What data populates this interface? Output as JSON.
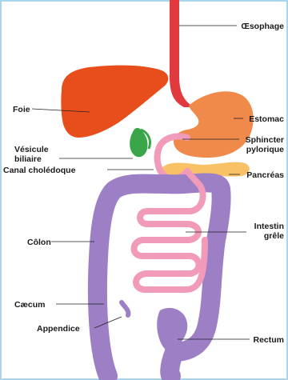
{
  "labels": {
    "oesophage": "Œsophage",
    "foie": "Foie",
    "estomac": "Estomac",
    "sphincter": [
      "Sphincter",
      "pylorique"
    ],
    "vesicule": [
      "Vésicule",
      "biliaire"
    ],
    "canal": "Canal cholédoque",
    "pancreas": "Pancréas",
    "colon": "Côlon",
    "intestin": [
      "Intestin",
      "grêle"
    ],
    "caecum": "Cæcum",
    "appendice": "Appendice",
    "rectum": "Rectum"
  },
  "colors": {
    "frame_border": "#a9d6ec",
    "oesophagus": "#e03a3e",
    "liver": "#e84e1c",
    "stomach": "#f08a4b",
    "gallbladder": "#3aa549",
    "pancreas": "#f9c166",
    "small_intestine": "#f29ab9",
    "colon": "#9d7fc6",
    "label_text": "#1a1a1a",
    "leader_line": "#222222"
  }
}
